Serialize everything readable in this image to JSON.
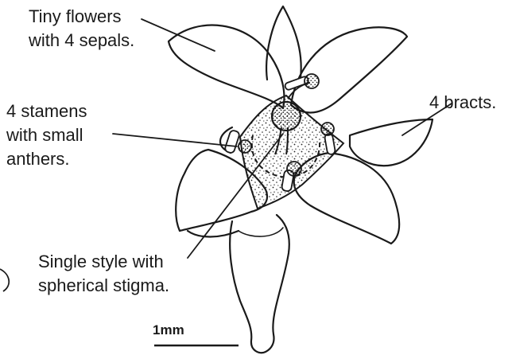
{
  "labels": {
    "sepals": [
      "Tiny flowers",
      "with 4 sepals."
    ],
    "stamens": [
      "4 stamens",
      "with small",
      "anthers."
    ],
    "bracts": [
      "4 bracts."
    ],
    "style": [
      "Single style with",
      "spherical stigma."
    ],
    "scale": "1mm"
  },
  "colors": {
    "ink": "#1a1a1a",
    "background": "#ffffff"
  }
}
